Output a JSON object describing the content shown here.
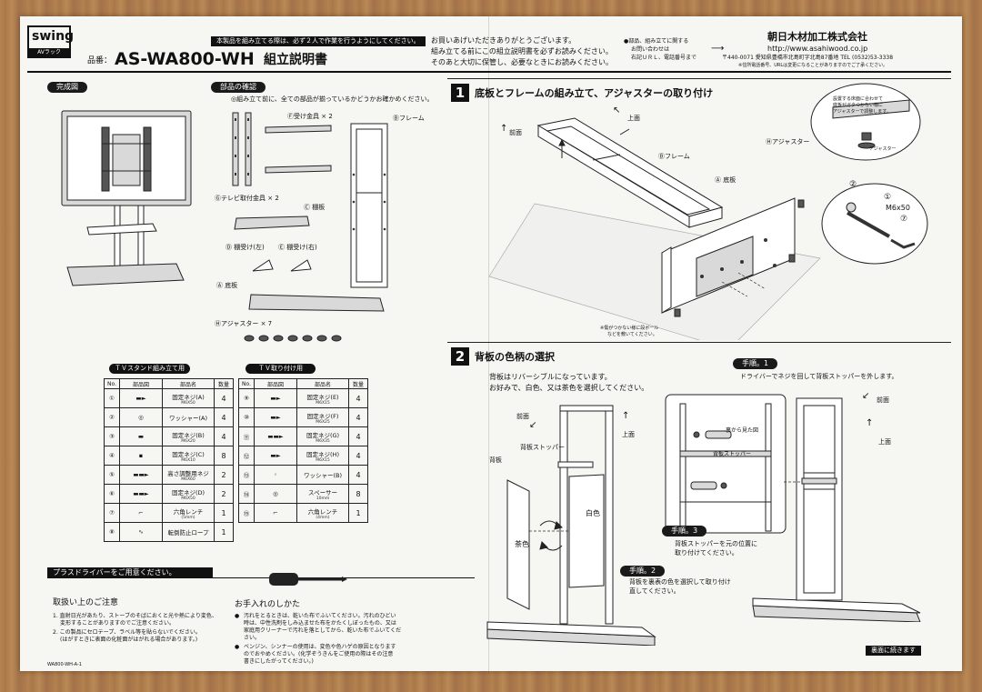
{
  "header": {
    "logo_brand": "swing",
    "logo_sub": "AVラック",
    "notice_bar": "本製品を組み立てる際は、必ず２人で作業を行うようにしてください。",
    "model_label": "品番：",
    "model_number": "AS-WA800-WH",
    "doc_title": "組立説明書",
    "greeting_1": "お買いあげいただきありがとうございます。",
    "greeting_2": "組み立てる前にこの組立説明書を必ずお読みください。",
    "greeting_3": "そのあと大切に保管し、必要なときにお読みください。",
    "contact_1": "●部品、組み立てに関する",
    "contact_2": "お問い合わせは",
    "contact_3": "右記ＵＲＬ、電話番号まで",
    "company": "朝日木材加工株式会社",
    "url": "http://www.asahiwood.co.jp",
    "address": "〒440-0071 愛知県豊橋市北島町字北島87番地 TEL (0532)53-3338",
    "address_note": "※住所電話番号、URLは変更になることがありますのでご了承ください。"
  },
  "completed": {
    "title": "完成図"
  },
  "parts_check": {
    "title": "部品の確認",
    "note": "◎組み立て前に、全ての部品が揃っているかどうかお確かめください。",
    "F": "Ⓕ受け金具 × 2",
    "B": "Ⓑフレーム",
    "G": "Ⓖテレビ取付金具 × 2",
    "C": "Ⓒ 棚板",
    "D": "Ⓓ 棚受け(左)",
    "E": "Ⓔ 棚受け(右)",
    "A": "Ⓐ 底板",
    "H": "Ⓗアジャスター × 7"
  },
  "table_stand": {
    "title": "ＴＶスタンド組み立て用",
    "headers": [
      "No.",
      "部品図",
      "部品名",
      "数量"
    ],
    "rows": [
      {
        "no": "①",
        "name": "固定ネジ(A)",
        "size": "M6X50",
        "qty": "4"
      },
      {
        "no": "②",
        "name": "ワッシャー(A)",
        "size": "",
        "qty": "4"
      },
      {
        "no": "③",
        "name": "固定ネジ(B)",
        "size": "M6X20",
        "qty": "4"
      },
      {
        "no": "④",
        "name": "固定ネジ(C)",
        "size": "M6X10",
        "qty": "8"
      },
      {
        "no": "⑤",
        "name": "高さ調整用ネジ",
        "size": "M6X60",
        "qty": "2"
      },
      {
        "no": "⑥",
        "name": "固定ネジ(D)",
        "size": "M6X50",
        "qty": "2"
      },
      {
        "no": "⑦",
        "name": "六角レンチ",
        "size": "(5mm)",
        "qty": "1"
      },
      {
        "no": "⑧",
        "name": "転倒防止ロープ",
        "size": "",
        "qty": "1"
      }
    ]
  },
  "table_tv": {
    "title": "ＴＶ取り付け用",
    "headers": [
      "No.",
      "部品図",
      "部品名",
      "数量"
    ],
    "rows": [
      {
        "no": "⑨",
        "name": "固定ネジ(E)",
        "size": "M6X15",
        "qty": "4"
      },
      {
        "no": "⑩",
        "name": "固定ネジ(F)",
        "size": "M6X25",
        "qty": "4"
      },
      {
        "no": "⑪",
        "name": "固定ネジ(G)",
        "size": "M6X35",
        "qty": "4"
      },
      {
        "no": "⑫",
        "name": "固定ネジ(H)",
        "size": "M6X15",
        "qty": "4"
      },
      {
        "no": "⑬",
        "name": "ワッシャー(B)",
        "size": "",
        "qty": "4"
      },
      {
        "no": "⑭",
        "name": "スペーサー",
        "size": "10mm",
        "qty": "8"
      },
      {
        "no": "⑮",
        "name": "六角レンチ",
        "size": "(4mm)",
        "qty": "1"
      }
    ]
  },
  "driver_bar": "プラスドライバーをご用意ください。",
  "handling": {
    "title": "取扱い上のご注意",
    "line1": "1. 直射日光があたり、ストーブのそばにおくと光や熱により変色、",
    "line1b": "変形することがありますのでご注意ください。",
    "line2": "2. この製品にセロテープ、ラベル等を貼らないでください。",
    "line2b": "(はがすときに表面の化粧面がはがれる場合があります。)"
  },
  "care": {
    "title": "お手入れのしかた",
    "line1": "汚れをとるときは、乾いた布でふいてください。汚れのひどい",
    "line1b": "時は、中性洗剤をしみ込ませた布をかたくしぼったもの、又は",
    "line1c": "家庭用クリーナーで汚れを落としてから、乾いた布でふいてくだ",
    "line1d": "さい。",
    "line2": "ベンジン、シンナーの使用は、変色や色ハゲの原因となります",
    "line2b": "のでおやめください。(化学ぞうきんをご使用の際はその注意",
    "line2c": "書きにしたがってください。)"
  },
  "footer_code": "WA800-WH-A-1",
  "step1": {
    "num": "1",
    "title": "底板とフレームの組み立て、アジャスターの取り付け",
    "front": "前面",
    "top": "上面",
    "frame": "Ⓑフレーム",
    "base": "Ⓐ 底板",
    "adjuster": "Ⓗアジャスター",
    "bubble_1": "設置する床面に合わせて",
    "bubble_2": "底板がガタつかない様に",
    "bubble_3": "アジャスターで調整します。",
    "bubble_label": "アジャスター",
    "screw_label": "M6x50",
    "c1": "①",
    "c2": "②",
    "c7": "⑦",
    "floor_note_1": "※傷がつかない様に段ボール",
    "floor_note_2": "などを敷いてください。"
  },
  "step2": {
    "num": "2",
    "title": "背板の色柄の選択",
    "desc_1": "背板はリバーシブルになっています。",
    "desc_2": "お好みで、白色、又は茶色を選択してください。",
    "front": "前面",
    "top": "上面",
    "back_stopper": "背板ストッパー",
    "back_panel": "背板",
    "white": "白色",
    "brown": "茶色",
    "proc1_label": "手順。1",
    "proc1_text": "ドライバーでネジを回して背板ストッパーを外します。",
    "back_view": "裏から見た図",
    "stopper_inset": "背板ストッパー",
    "proc2_label": "手順。2",
    "proc2_text_1": "背板を裏表の色を選択して取り付け",
    "proc2_text_2": "直してください。",
    "proc3_label": "手順。3",
    "proc3_text_1": "背板ストッパーを元の位置に",
    "proc3_text_2": "取り付けてください。",
    "front_r": "前面",
    "top_r": "上面",
    "continue": "裏面に続きます"
  }
}
